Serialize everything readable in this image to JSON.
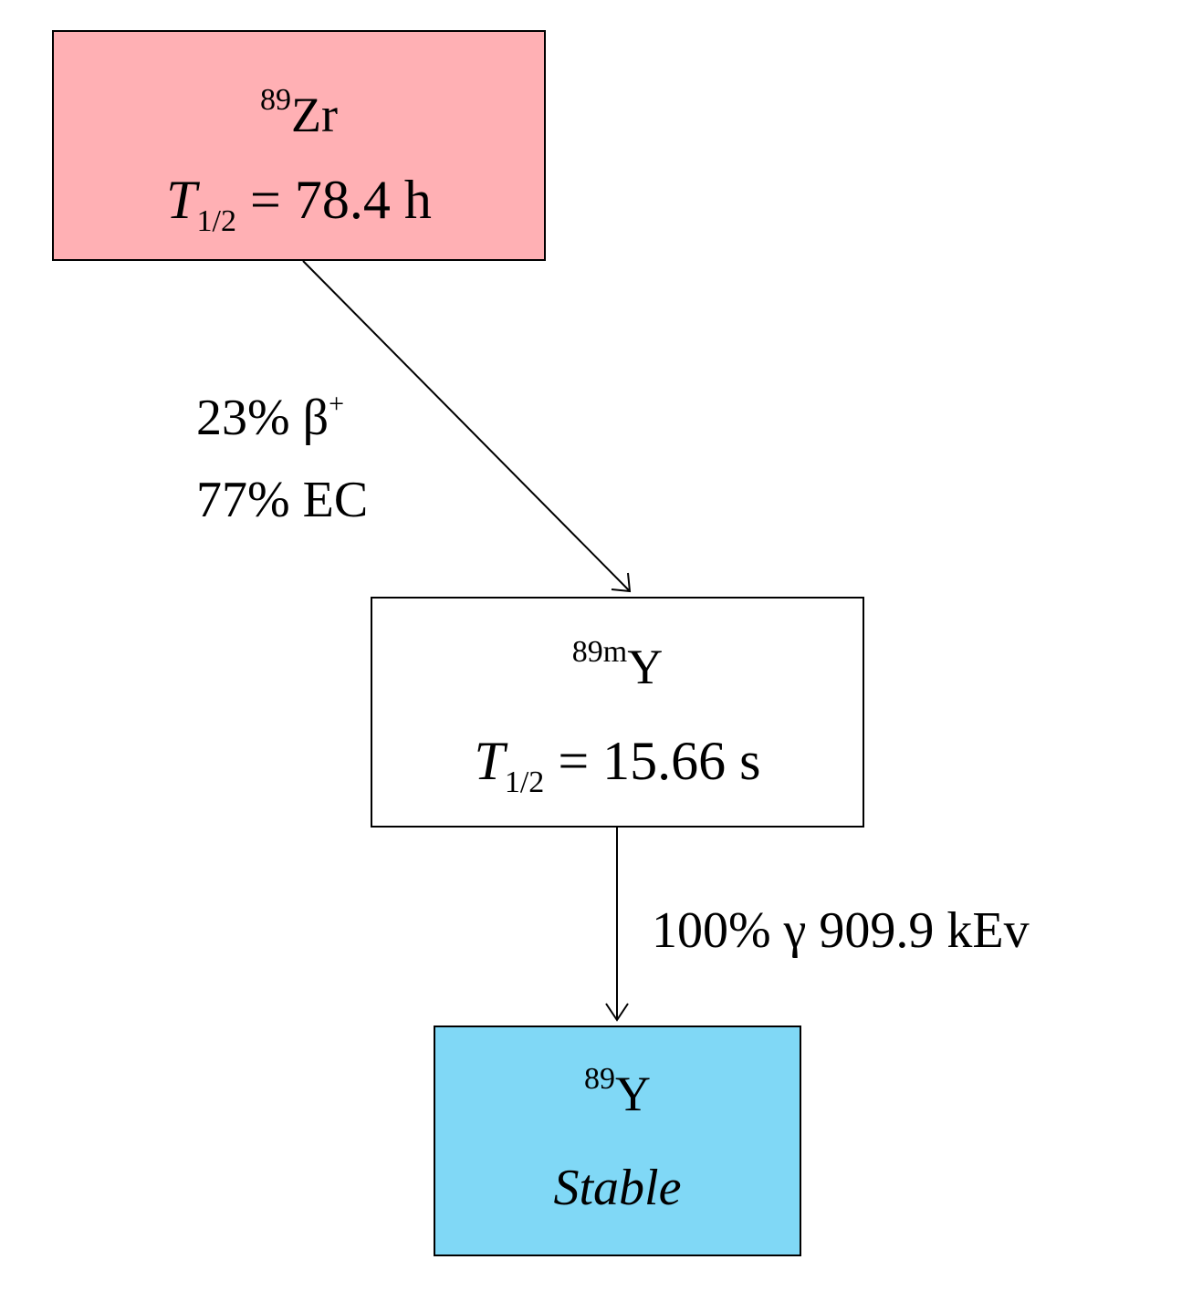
{
  "nodes": {
    "zr89": {
      "mass_number": "89",
      "element": "Zr",
      "halflife_symbol": "T",
      "halflife_subscript": "1/2",
      "halflife_value": " = 78.4 h",
      "fill_color": "#ffb0b4"
    },
    "y89m": {
      "mass_number": "89m",
      "element": "Y",
      "halflife_symbol": "T",
      "halflife_subscript": "1/2",
      "halflife_value": " = 15.66 s",
      "fill_color": "#ffffff"
    },
    "y89": {
      "mass_number": "89",
      "element": "Y",
      "status": "Stable",
      "fill_color": "#80d8f6"
    }
  },
  "edges": {
    "zr_to_ym": {
      "line1_prefix": "23% β",
      "line1_superscript": "+",
      "line2": "77% EC"
    },
    "ym_to_y": {
      "label": "100% γ 909.9 kEv"
    }
  }
}
